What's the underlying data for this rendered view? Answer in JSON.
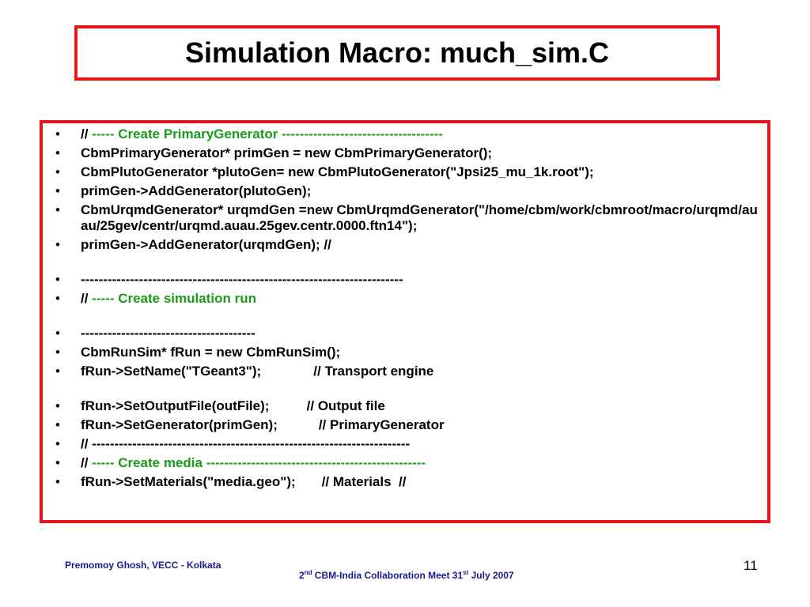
{
  "title": "Simulation Macro: much_sim.C",
  "lines": [
    {
      "text": "// -----   Create PrimaryGenerator   ------------------------------------",
      "green": true,
      "prefix": "//",
      "rest": " -----   Create PrimaryGenerator   ------------------------------------"
    },
    {
      "text": "CbmPrimaryGenerator* primGen = new CbmPrimaryGenerator();"
    },
    {
      "text": "CbmPlutoGenerator *plutoGen= new CbmPlutoGenerator(\"Jpsi25_mu_1k.root\");"
    },
    {
      "text": "primGen->AddGenerator(plutoGen);"
    },
    {
      "text": "CbmUrqmdGenerator*  urqmdGen =new CbmUrqmdGenerator(\"/home/cbm/work/cbmroot/macro/urqmd/auau/25gev/centr/urqmd.auau.25gev.centr.0000.ftn14\");"
    },
    {
      "text": "primGen->AddGenerator(urqmdGen);  //"
    },
    {
      "text": "------------------------------------------------------------------------"
    },
    {
      "text": "// -----   Create simulation run",
      "green": true,
      "prefix": "//",
      "rest": " -----   Create simulation run"
    },
    {
      "text": "---------------------------------------"
    },
    {
      "text": "CbmRunSim* fRun = new CbmRunSim();"
    },
    {
      "text": "fRun->SetName(\"TGeant3\");              // Transport engine"
    },
    {
      "text": "fRun->SetOutputFile(outFile);          // Output file"
    },
    {
      "text": "fRun->SetGenerator(primGen);           // PrimaryGenerator"
    },
    {
      "text": "// -----------------------------------------------------------------------"
    },
    {
      "text": "// -----   Create media   -------------------------------------------------",
      "green": true,
      "prefix": "//",
      "rest": " -----   Create media   -------------------------------------------------"
    },
    {
      "text": "fRun->SetMaterials(\"media.geo\");       // Materials  //"
    }
  ],
  "footer": {
    "author": "Premomoy Ghosh, VECC - Kolkata",
    "event_num": "2",
    "event_sup": "nd",
    "event_mid": " CBM-India Collaboration Meet 31",
    "event_sup2": "st",
    "event_end": " July 2007",
    "page": "11"
  },
  "colors": {
    "border": "#e8141b",
    "green": "#1a9a1a",
    "footer": "#1a1a8c"
  }
}
